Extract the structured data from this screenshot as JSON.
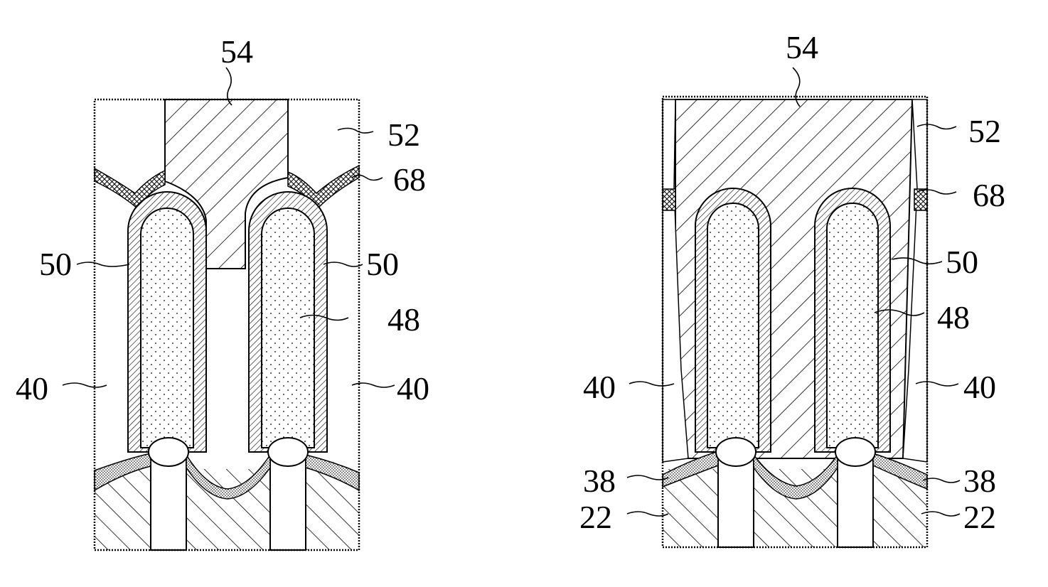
{
  "left_panel": {
    "labels": {
      "top": "54",
      "right_top": "52",
      "right_68": "68",
      "left_50": "50",
      "right_50": "50",
      "right_48": "48",
      "left_40": "40",
      "right_40": "40"
    }
  },
  "right_panel": {
    "labels": {
      "top": "54",
      "right_top": "52",
      "right_68": "68",
      "right_50": "50",
      "right_48": "48",
      "left_40": "40",
      "right_40": "40",
      "left_38": "38",
      "right_38": "38",
      "left_22": "22",
      "right_22": "22"
    }
  }
}
